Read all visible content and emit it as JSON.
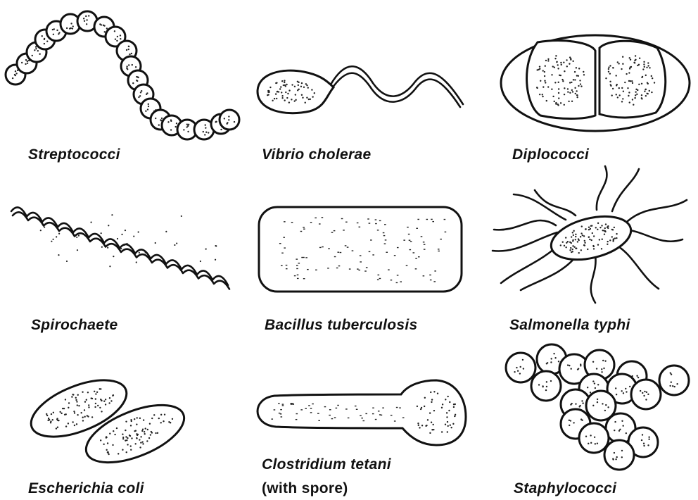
{
  "labels": {
    "streptococci": "Streptococci",
    "vibrio": "Vibrio cholerae",
    "diplococci": "Diplococci",
    "spirochaete": "Spirochaete",
    "bacillus": "Bacillus tuberculosis",
    "salmonella": "Salmonella typhi",
    "ecoli": "Escherichia coli",
    "clostridium": "Clostridium tetani",
    "clostridium_note": "(with spore)",
    "staphylococci": "Staphylococci"
  }
}
